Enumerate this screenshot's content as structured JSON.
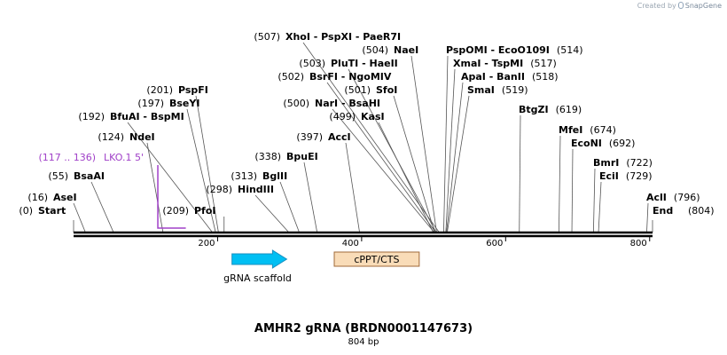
{
  "credit": {
    "text": "Created by",
    "brand": "SnapGene"
  },
  "title": "AMHR2 gRNA (BRDN0001147673)",
  "subtitle": "804 bp",
  "sequence_length": 804,
  "ends": [
    {
      "position": 0,
      "name": "Start"
    },
    {
      "position": 804,
      "name": "End"
    }
  ],
  "ticks": [
    {
      "value": 200,
      "label": "200"
    },
    {
      "value": 400,
      "label": "400"
    },
    {
      "value": 600,
      "label": "600"
    },
    {
      "value": 800,
      "label": "800"
    }
  ],
  "sites": [
    {
      "name": "AseI",
      "pos": "(16)",
      "bp": 16
    },
    {
      "name": "BsaAI",
      "pos": "(55)",
      "bp": 55
    },
    {
      "name": "NdeI",
      "pos": "(124)",
      "bp": 124
    },
    {
      "name": "BfuAI - BspMI",
      "pos": "(192)",
      "bp": 192
    },
    {
      "name": "BseYI",
      "pos": "(197)",
      "bp": 197
    },
    {
      "name": "PspFI",
      "pos": "(201)",
      "bp": 201
    },
    {
      "name": "PfoI",
      "pos": "(209)",
      "bp": 209
    },
    {
      "name": "HindIII",
      "pos": "(298)",
      "bp": 298
    },
    {
      "name": "BglII",
      "pos": "(313)",
      "bp": 313
    },
    {
      "name": "BpuEI",
      "pos": "(338)",
      "bp": 338
    },
    {
      "name": "AccI",
      "pos": "(397)",
      "bp": 397
    },
    {
      "name": "KasI",
      "pos": "(499)",
      "bp": 499
    },
    {
      "name": "NarI - BsaHI",
      "pos": "(500)",
      "bp": 500
    },
    {
      "name": "SfoI",
      "pos": "(501)",
      "bp": 501
    },
    {
      "name": "BsrFI - NgoMIV",
      "pos": "(502)",
      "bp": 502
    },
    {
      "name": "PluTI - HaeII",
      "pos": "(503)",
      "bp": 503
    },
    {
      "name": "NaeI",
      "pos": "(504)",
      "bp": 504
    },
    {
      "name": "XhoI - PspXI - PaeR7I",
      "pos": "(507)",
      "bp": 507
    },
    {
      "name": "PspOMI - EcoO109I",
      "pos": "(514)",
      "bp": 514
    },
    {
      "name": "XmaI - TspMI",
      "pos": "(517)",
      "bp": 517
    },
    {
      "name": "ApaI - BanII",
      "pos": "(518)",
      "bp": 518
    },
    {
      "name": "SmaI",
      "pos": "(519)",
      "bp": 519
    },
    {
      "name": "BtgZI",
      "pos": "(619)",
      "bp": 619
    },
    {
      "name": "MfeI",
      "pos": "(674)",
      "bp": 674
    },
    {
      "name": "EcoNI",
      "pos": "(692)",
      "bp": 692
    },
    {
      "name": "BmrI",
      "pos": "(722)",
      "bp": 722
    },
    {
      "name": "EciI",
      "pos": "(729)",
      "bp": 729
    },
    {
      "name": "AclI",
      "pos": "(796)",
      "bp": 796
    }
  ],
  "primer": {
    "range": "(117 .. 136)",
    "name": "LKO.1 5'",
    "start": 117,
    "end": 136,
    "color": "#a040c8"
  },
  "features": [
    {
      "name": "gRNA scaffold",
      "start": 220,
      "end": 296,
      "type": "arrow",
      "fill": "#00bff3",
      "stroke": "#1a8fbf"
    },
    {
      "name": "cPPT/CTS",
      "start": 362,
      "end": 480,
      "type": "box",
      "fill": "#f9dcb8",
      "stroke": "#a06a3a"
    }
  ]
}
